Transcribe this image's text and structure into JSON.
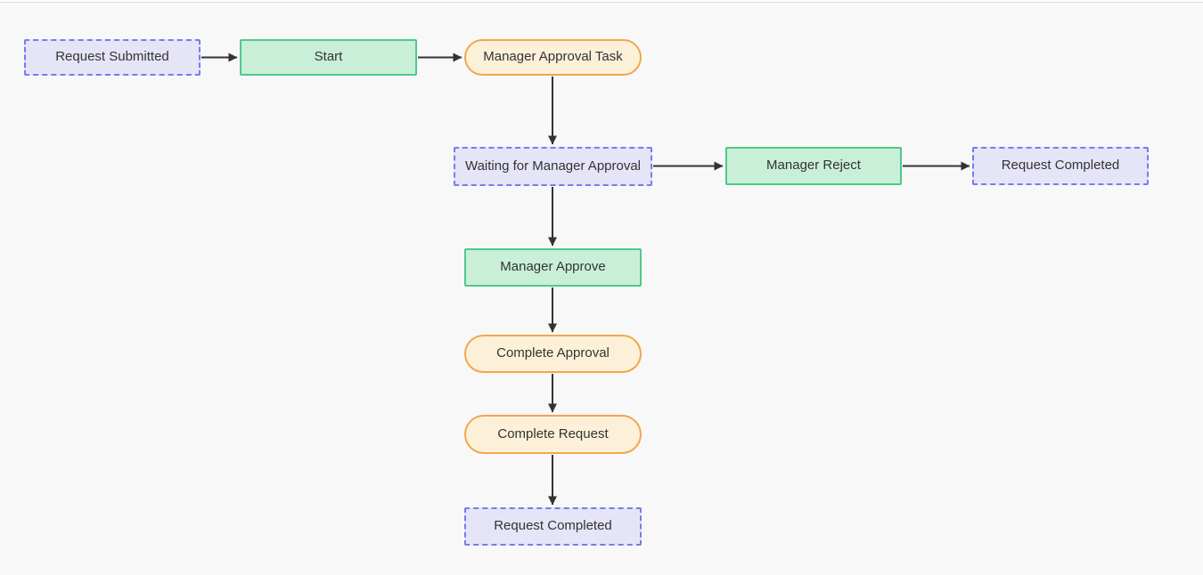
{
  "diagram": {
    "type": "flowchart",
    "colors": {
      "background": "#f8f8f8",
      "state_fill": "#e5e5f7",
      "state_border": "#787bee",
      "action_fill": "#c9efd9",
      "action_border": "#4fc98a",
      "task_fill": "#fcf1d8",
      "task_border": "#f2a64d",
      "edge": "#333333",
      "text": "#333333"
    },
    "nodes": [
      {
        "id": "request-submitted",
        "label": "Request Submitted",
        "shape": "dashed-rect"
      },
      {
        "id": "start",
        "label": "Start",
        "shape": "rect"
      },
      {
        "id": "manager-approval-task",
        "label": "Manager Approval Task",
        "shape": "stadium"
      },
      {
        "id": "waiting-for-manager-approval",
        "label": "Waiting for Manager Approval",
        "shape": "dashed-rect"
      },
      {
        "id": "manager-reject",
        "label": "Manager Reject",
        "shape": "rect"
      },
      {
        "id": "request-completed-reject",
        "label": "Request Completed",
        "shape": "dashed-rect"
      },
      {
        "id": "manager-approve",
        "label": "Manager Approve",
        "shape": "rect"
      },
      {
        "id": "complete-approval",
        "label": "Complete Approval",
        "shape": "stadium"
      },
      {
        "id": "complete-request",
        "label": "Complete Request",
        "shape": "stadium"
      },
      {
        "id": "request-completed-final",
        "label": "Request Completed",
        "shape": "dashed-rect"
      }
    ],
    "edges": [
      {
        "from": "request-submitted",
        "to": "start"
      },
      {
        "from": "start",
        "to": "manager-approval-task"
      },
      {
        "from": "manager-approval-task",
        "to": "waiting-for-manager-approval"
      },
      {
        "from": "waiting-for-manager-approval",
        "to": "manager-reject"
      },
      {
        "from": "manager-reject",
        "to": "request-completed-reject"
      },
      {
        "from": "waiting-for-manager-approval",
        "to": "manager-approve"
      },
      {
        "from": "manager-approve",
        "to": "complete-approval"
      },
      {
        "from": "complete-approval",
        "to": "complete-request"
      },
      {
        "from": "complete-request",
        "to": "request-completed-final"
      }
    ]
  }
}
